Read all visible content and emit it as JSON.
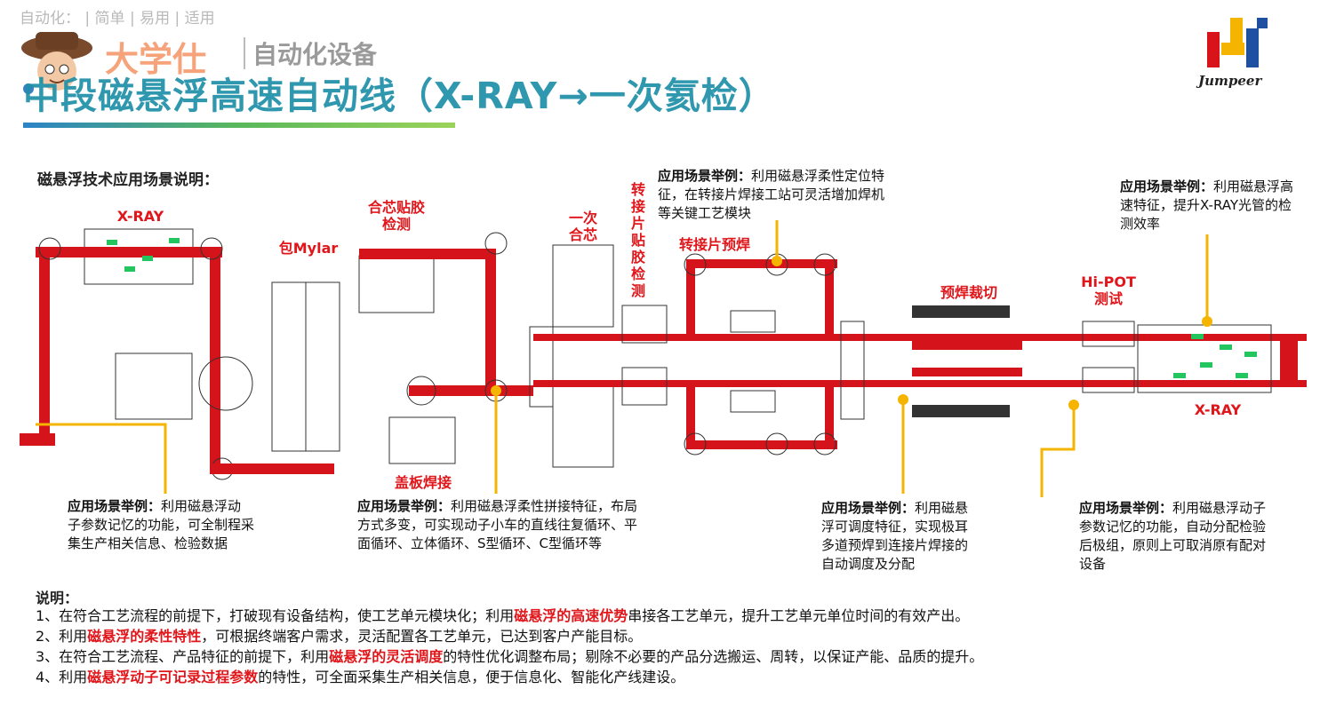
{
  "watermark": {
    "tags": "自动化：  |  简单  |  易用  |  适用",
    "brand": "大学仕",
    "subtitle": "自动化设备"
  },
  "header": {
    "title": "中段磁悬浮高速自动线（X-RAY→一次氦检）",
    "logo_text": "Jumpeer"
  },
  "diagram": {
    "section_title": "磁悬浮技术应用场景说明：",
    "stations": {
      "xray_left": "X-RAY",
      "mylar": "包Mylar",
      "core_tape": "合芯贴胶\n检测",
      "first_core": "一次\n合芯",
      "tab_tape": "转\n接\n片\n贴\n胶\n检\n测",
      "tab_preweld": "转接片预焊",
      "preweld_cut": "预焊裁切",
      "hipot": "Hi-POT\n测试",
      "xray_right": "X-RAY",
      "cover_weld": "盖板焊接"
    },
    "callouts": {
      "c1": {
        "lead": "应用场景举例：",
        "text": "利用磁悬浮柔性定位特征，在转接片焊接工站可灵活增加焊机等关键工艺模块"
      },
      "c2": {
        "lead": "应用场景举例：",
        "text": "利用磁悬浮高速特征，提升X-RAY光管的检测效率"
      },
      "c3": {
        "lead": "应用场景举例：",
        "text": "利用磁悬浮动子参数记忆的功能，可全制程采集生产相关信息、检验数据"
      },
      "c4": {
        "lead": "应用场景举例：",
        "text": "利用磁悬浮柔性拼接特征，布局方式多变，可实现动子小车的直线往复循环、平面循环、立体循环、S型循环、C型循环等"
      },
      "c5": {
        "lead": "应用场景举例：",
        "text": "利用磁悬浮可调度特征，实现极耳多道预焊到连接片焊接的自动调度及分配"
      },
      "c6": {
        "lead": "应用场景举例：",
        "text": "利用磁悬浮动子参数记忆的功能，自动分配检验后极组，原则上可取消原有配对设备"
      }
    }
  },
  "notes": {
    "head": "说明：",
    "l1a": "1、在符合工艺流程的前提下，打破现有设备结构，使工艺单元模块化；利用",
    "l1h": "磁悬浮的高速优势",
    "l1b": "串接各工艺单元，提升工艺单元单位时间的有效产出。",
    "l2a": "2、利用",
    "l2h": "磁悬浮的柔性特性",
    "l2b": "，可根据终端客户需求，灵活配置各工艺单元，已达到客户产能目标。",
    "l3a": "3、在符合工艺流程、产品特征的前提下，利用",
    "l3h": "磁悬浮的灵活调度",
    "l3b": "的特性优化调整布局；剔除不必要的产品分选搬运、周转，以保证产能、品质的提升。",
    "l4a": "4、利用",
    "l4h": "磁悬浮动子可记录过程参数",
    "l4b": "的特性，可全面采集生产相关信息，便于信息化、智能化产线建设。"
  },
  "colors": {
    "track": "#d4141a",
    "leader": "#f4b400",
    "accent": "#e0161b",
    "title": "#1e8fa8"
  }
}
